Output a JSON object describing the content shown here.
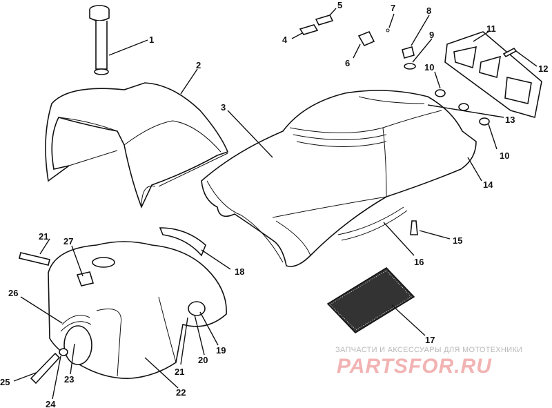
{
  "diagram": {
    "callouts": [
      "1",
      "2",
      "3",
      "4",
      "5",
      "6",
      "7",
      "8",
      "9",
      "10",
      "10",
      "11",
      "12",
      "13",
      "14",
      "15",
      "16",
      "17",
      "18",
      "19",
      "20",
      "21",
      "21",
      "22",
      "23",
      "24",
      "25",
      "26",
      "27"
    ]
  },
  "watermark": {
    "tagline": "ЗАПЧАСТИ И АКСЕССУАРЫ ДЛЯ МОТОТЕХНИКИ",
    "brand": "PARTSFOR.RU"
  }
}
